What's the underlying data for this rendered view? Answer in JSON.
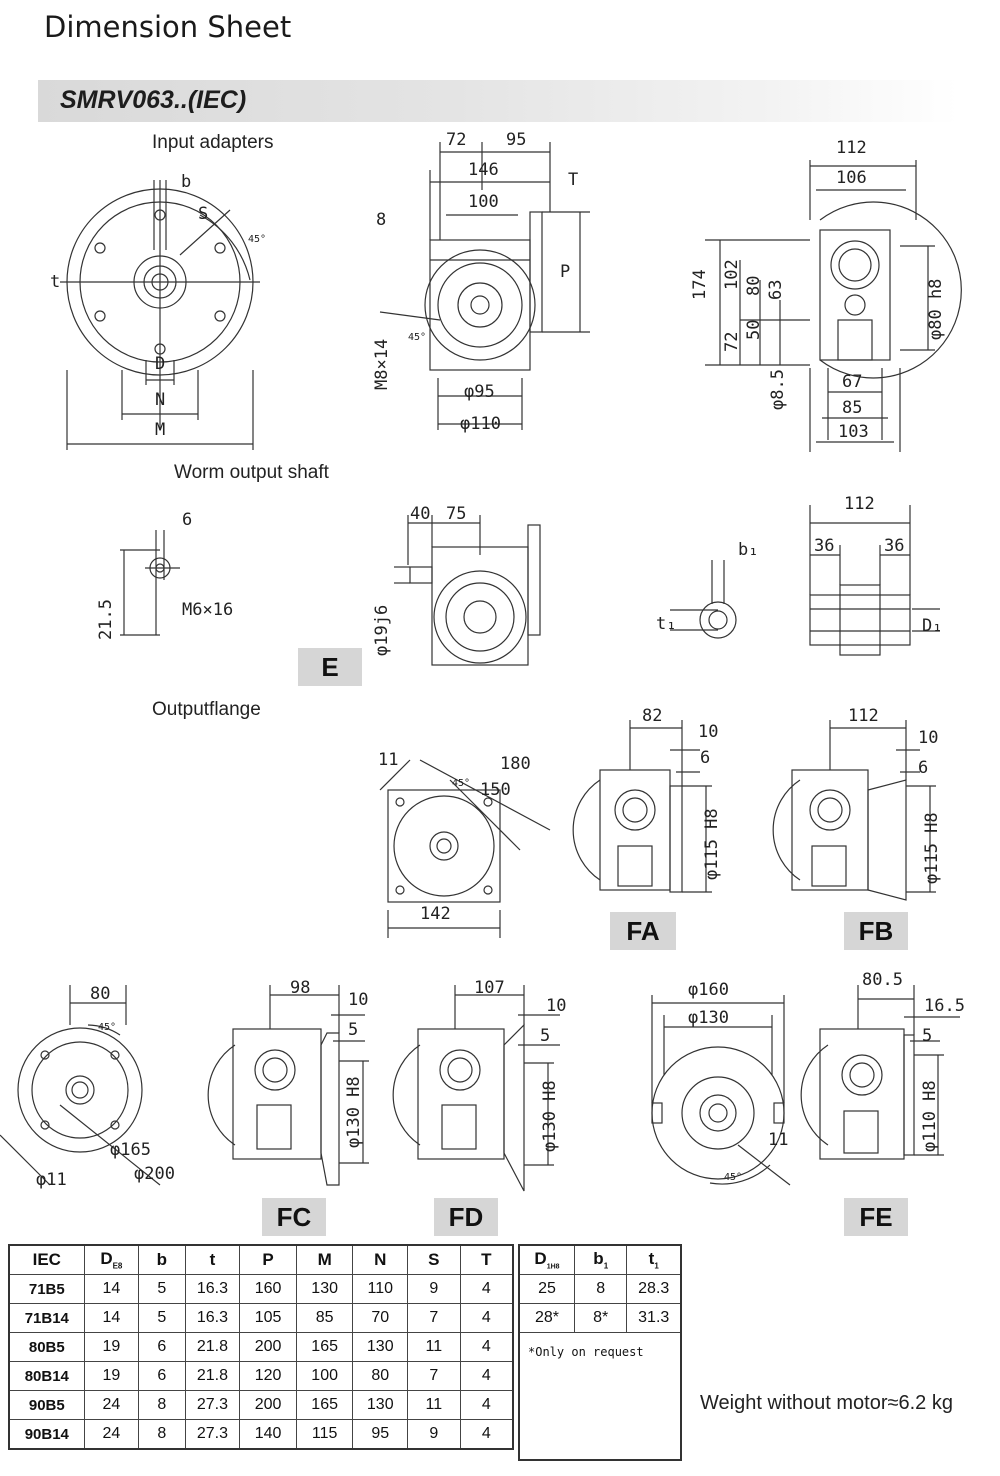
{
  "header": {
    "title": "Dimension Sheet",
    "model": "SMRV063..(IEC)"
  },
  "sections": {
    "input_adapters": "Input adapters",
    "worm_output_shaft": "Worm output shaft",
    "output_flange": "Outputflange"
  },
  "labels": {
    "E": "E",
    "FA": "FA",
    "FB": "FB",
    "FC": "FC",
    "FD": "FD",
    "FE": "FE"
  },
  "dims": {
    "adapter": {
      "b": "b",
      "S": "S",
      "t": "t",
      "D": "D",
      "N": "N",
      "M": "M",
      "angle": "45°"
    },
    "front": {
      "d72": "72",
      "d95": "95",
      "d146": "146",
      "d100": "100",
      "T": "T",
      "P": "P",
      "d8": "8",
      "m8x14": "M8×14",
      "phi95": "φ95",
      "phi110": "φ110",
      "angle": "45°"
    },
    "side": {
      "d112": "112",
      "d106": "106",
      "d174": "174",
      "d102": "102",
      "d80": "80",
      "d63": "63",
      "d72": "72",
      "d50": "50",
      "phi80h8": "φ80 h8",
      "phi8_5": "φ8.5",
      "d67": "67",
      "d85": "85",
      "d103": "103"
    },
    "worm": {
      "d6": "6",
      "d21_5": "21.5",
      "m6x16": "M6×16",
      "d40": "40",
      "d75": "75",
      "phi19j6": "φ19j6",
      "b1": "b₁",
      "t1": "t₁",
      "d112": "112",
      "d36a": "36",
      "d36b": "36",
      "D1": "D₁"
    },
    "outflange": {
      "d11": "11",
      "d180": "180",
      "d150": "150",
      "d142": "142",
      "angle": "45°",
      "fa_82": "82",
      "fa_10": "10",
      "fa_6": "6",
      "fa_phi": "φ115 H8",
      "fb_112": "112",
      "fb_10": "10",
      "fb_6": "6",
      "fb_phi": "φ115 H8"
    },
    "bottom": {
      "fc_80": "80",
      "fc_phi165": "φ165",
      "fc_phi200": "φ200",
      "fc_phi11": "φ11",
      "angle": "45°",
      "fc_98": "98",
      "fc_10": "10",
      "fc_5": "5",
      "fc_phi": "φ130 H8",
      "fd_107": "107",
      "fd_10": "10",
      "fd_5": "5",
      "fd_phi": "φ130 H8",
      "fe_phi160": "φ160",
      "fe_phi130": "φ130",
      "fe_11": "11",
      "fe_80_5": "80.5",
      "fe_16_5": "16.5",
      "fe_5": "5",
      "fe_phi": "φ110 H8"
    }
  },
  "table": {
    "headers": [
      "IEC",
      "D",
      "b",
      "t",
      "P",
      "M",
      "N",
      "S",
      "T"
    ],
    "header_sub": "E8",
    "rows": [
      [
        "71B5",
        "14",
        "5",
        "16.3",
        "160",
        "130",
        "110",
        "9",
        "4"
      ],
      [
        "71B14",
        "14",
        "5",
        "16.3",
        "105",
        "85",
        "70",
        "7",
        "4"
      ],
      [
        "80B5",
        "19",
        "6",
        "21.8",
        "200",
        "165",
        "130",
        "11",
        "4"
      ],
      [
        "80B14",
        "19",
        "6",
        "21.8",
        "120",
        "100",
        "80",
        "7",
        "4"
      ],
      [
        "90B5",
        "24",
        "8",
        "27.3",
        "200",
        "165",
        "130",
        "11",
        "4"
      ],
      [
        "90B14",
        "24",
        "8",
        "27.3",
        "140",
        "115",
        "95",
        "9",
        "4"
      ]
    ]
  },
  "table2": {
    "headers": [
      "D",
      "b",
      "t"
    ],
    "header_subs": [
      "1H8",
      "1",
      "1"
    ],
    "rows": [
      [
        "25",
        "8",
        "28.3"
      ],
      [
        "28*",
        "8*",
        "31.3"
      ]
    ],
    "note": "*Only on request"
  },
  "weight": "Weight without motor≈6.2 kg"
}
